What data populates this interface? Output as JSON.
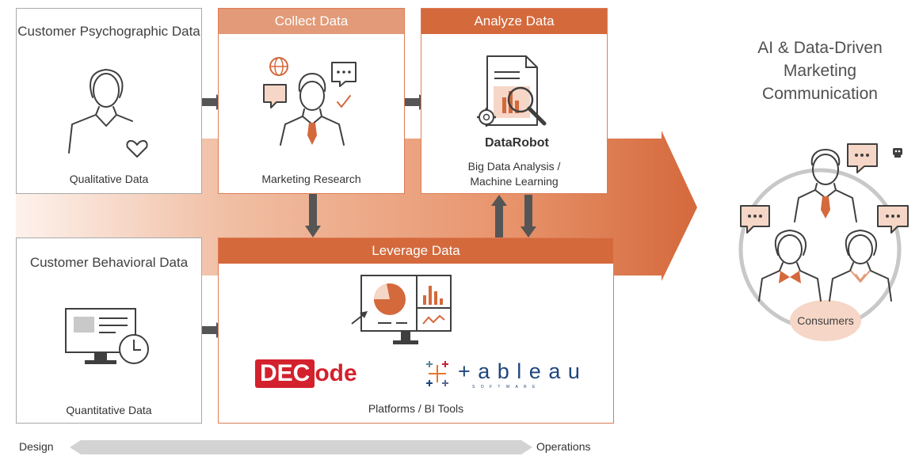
{
  "boxes": {
    "psychographic": {
      "title": "Customer Psychographic Data",
      "caption": "Qualitative Data"
    },
    "behavioral": {
      "title": "Customer Behavioral Data",
      "caption": "Quantitative Data"
    },
    "collect": {
      "header": "Collect Data",
      "caption": "Marketing Research"
    },
    "analyze": {
      "header": "Analyze Data",
      "brand": "DataRobot",
      "caption_line1": "Big Data Analysis /",
      "caption_line2": "Machine Learning"
    },
    "leverage": {
      "header": "Leverage Data",
      "caption": "Platforms / BI Tools",
      "logo_decode_box": "DEC",
      "logo_decode_rest": "ode",
      "logo_tableau": "+ a b l e a u",
      "logo_tableau_sub": "S O F T W A R E"
    }
  },
  "outcome": {
    "line1": "AI & Data-Driven",
    "line2": "Marketing",
    "line3": "Communication",
    "consumers": "Consumers"
  },
  "axis": {
    "left": "Design",
    "right": "Operations"
  },
  "colors": {
    "accent": "#d4693c",
    "header_light": "#e29a78",
    "bubble": "#f6d6c6"
  }
}
